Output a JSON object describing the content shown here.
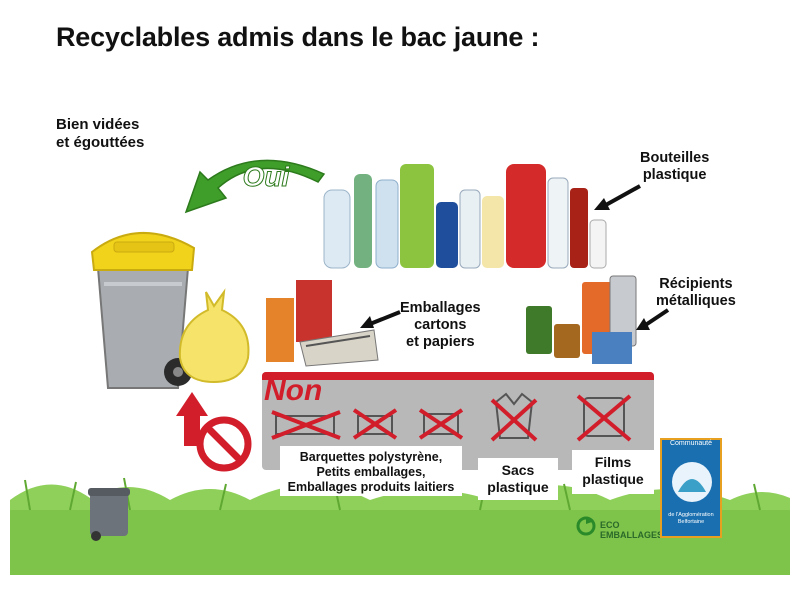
{
  "title": "Recyclables admis dans le bac jaune :",
  "hint": [
    "Bien vidées",
    "et égouttées"
  ],
  "yes_label": "Oui",
  "no_label": "Non",
  "categories": {
    "bottles": [
      "Bouteilles",
      "plastique"
    ],
    "cartons": [
      "Emballages",
      "cartons",
      "et papiers"
    ],
    "metal": [
      "Récipients",
      "métalliques"
    ]
  },
  "rejected": {
    "trays": [
      "Barquettes polystyrène,",
      "Petits emballages,",
      "Emballages produits laitiers"
    ],
    "bags": [
      "Sacs",
      "plastique"
    ],
    "films": [
      "Films",
      "plastique"
    ]
  },
  "logos": {
    "eco": [
      "ECO",
      "EMBALLAGES"
    ],
    "commune_top": "Communauté",
    "commune_bottom": [
      "de l'Agglomération",
      "Belfortaine"
    ]
  },
  "colors": {
    "yellow_bin": "#f2d31b",
    "green_arrow": "#3f9d2a",
    "red": "#d21d2b",
    "grass": "#7ec34a"
  }
}
